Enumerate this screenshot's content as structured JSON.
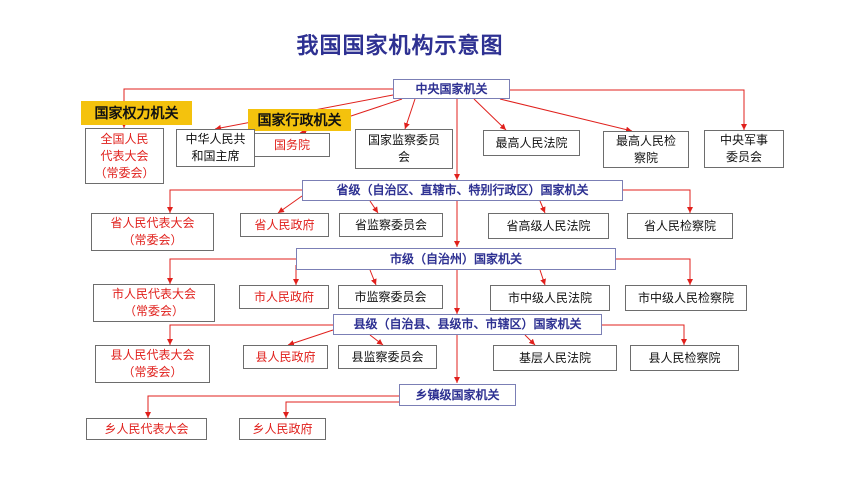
{
  "title": "我国国家机构示意图",
  "labels": {
    "power_organs": "国家权力机关",
    "admin_organs": "国家行政机关"
  },
  "central": {
    "header": "中央国家机关",
    "npc": "全国人民\n代表大会\n（常委会）",
    "president": "中华人民共\n和国主席",
    "state_council": "国务院",
    "supervision": "国家监察委员\n会",
    "court": "最高人民法院",
    "procuratorate": "最高人民检\n察院",
    "military": "中央军事\n委员会"
  },
  "provincial": {
    "header": "省级（自治区、直辖市、特别行政区）国家机关",
    "congress": "省人民代表大会\n（常委会）",
    "government": "省人民政府",
    "supervision": "省监察委员会",
    "court": "省高级人民法院",
    "procuratorate": "省人民检察院"
  },
  "city": {
    "header": "市级（自治州）国家机关",
    "congress": "市人民代表大会\n（常委会）",
    "government": "市人民政府",
    "supervision": "市监察委员会",
    "court": "市中级人民法院",
    "procuratorate": "市中级人民检察院"
  },
  "county": {
    "header": "县级（自治县、县级市、市辖区）国家机关",
    "congress": "县人民代表大会\n（常委会）",
    "government": "县人民政府",
    "supervision": "县监察委员会",
    "court": "基层人民法院",
    "procuratorate": "县人民检察院"
  },
  "township": {
    "header": "乡镇级国家机关",
    "congress": "乡人民代表大会",
    "government": "乡人民政府"
  },
  "colors": {
    "title": "#2e3192",
    "header_text": "#2e3192",
    "red_text": "#e0201c",
    "line": "#e0201c",
    "tag_bg": "#f4c20d"
  }
}
